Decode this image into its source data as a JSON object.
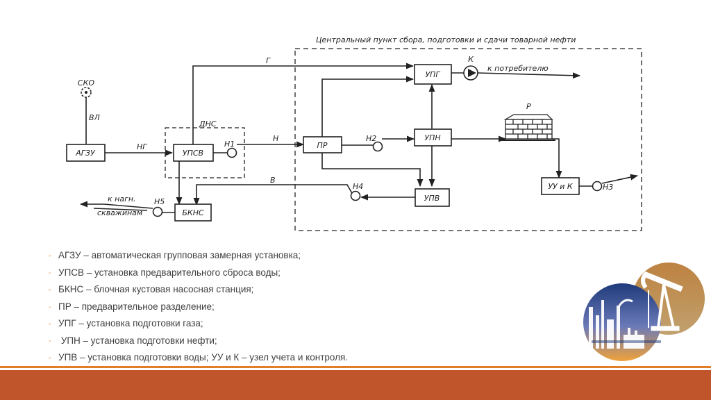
{
  "diagram": {
    "title": "Центральный пункт сбора, подготовки и сдачи товарной нефти",
    "nodes": {
      "agzu": "АГЗУ",
      "upsv": "УПСВ",
      "bkns": "БКНС",
      "pr": "ПР",
      "upg": "УПГ",
      "upn": "УПН",
      "upv": "УПВ",
      "uuk": "УУ и К"
    },
    "labels": {
      "sko": "СКО",
      "vl": "ВЛ",
      "ng": "НГ",
      "dns": "ДНС",
      "n1": "Н1",
      "n": "Н",
      "n2": "Н2",
      "n4": "Н4",
      "n5": "Н5",
      "n3": "Н3",
      "g": "Г",
      "v": "В",
      "k": "К",
      "r": "Р",
      "to_consumer": "к потребителю",
      "to_inj1": "к нагн.",
      "to_inj2": "скважинам"
    }
  },
  "legend": [
    "АГЗУ – автоматическая групповая замерная установка;",
    "УПСВ – установка предварительного сброса воды;",
    "БКНС – блочная кустовая насосная станция;",
    "ПР – предварительное разделение;",
    "УПГ – установка подготовки газа;",
    " УПН – установка подготовки нефти;",
    "УПВ – установка подготовки воды; УУ и К – узел учета и контроля."
  ],
  "colors": {
    "accent_bar": "#c0542b",
    "accent_line": "#e07e2a",
    "bullet": "#e07b1c",
    "logo_navy": "#1e3a7a",
    "logo_orange": "#f0a23a"
  },
  "logo": {
    "icon": "oil-pump-skyline-logo"
  }
}
